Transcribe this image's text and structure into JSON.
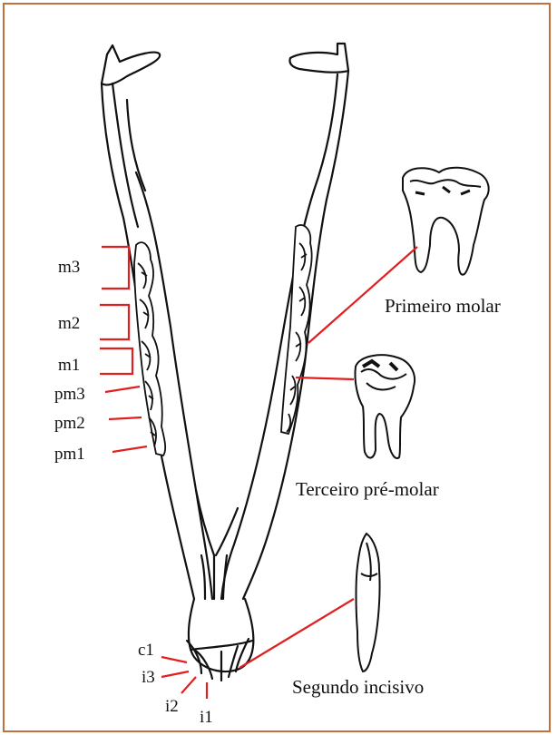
{
  "colors": {
    "border": "#c0713d",
    "leader": "#e02020",
    "ink": "#111111"
  },
  "tooth_labels": {
    "m3": "m3",
    "m2": "m2",
    "m1": "m1",
    "pm3": "pm3",
    "pm2": "pm2",
    "pm1": "pm1",
    "c1": "c1",
    "i3": "i3",
    "i2": "i2",
    "i1": "i1"
  },
  "captions": {
    "first_molar": "Primeiro molar",
    "third_premolar": "Terceiro pré-molar",
    "second_incisor": "Segundo incisivo"
  }
}
